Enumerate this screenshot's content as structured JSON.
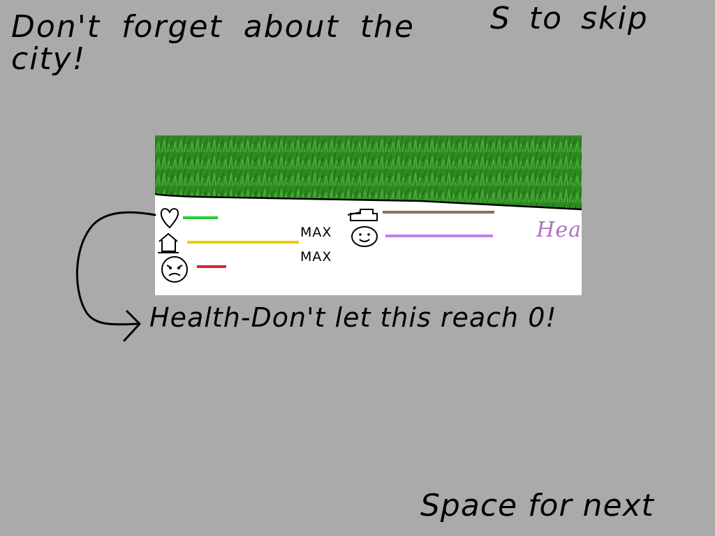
{
  "screen": {
    "tip": "Don't forget about the city!",
    "skip_hint": "S to skip",
    "next_hint": "Space for next",
    "health_caption": "Health-Don't let this reach 0!"
  },
  "preview": {
    "max_labels": [
      "MAX",
      "MAX"
    ],
    "scribble": "Hea",
    "stats": [
      {
        "icon": "heart-icon",
        "color": "#22cc33"
      },
      {
        "icon": "house-icon",
        "color": "#eecc00"
      },
      {
        "icon": "enemy-face-icon",
        "color": "#dd2233"
      },
      {
        "icon": "tank-icon",
        "color": "#8b7058"
      },
      {
        "icon": "smiley-face-icon",
        "color": "#c77fe8"
      }
    ],
    "colors": {
      "grass": "#2e8b22",
      "ground": "#ffffff",
      "background": "#aaaaaa"
    }
  }
}
